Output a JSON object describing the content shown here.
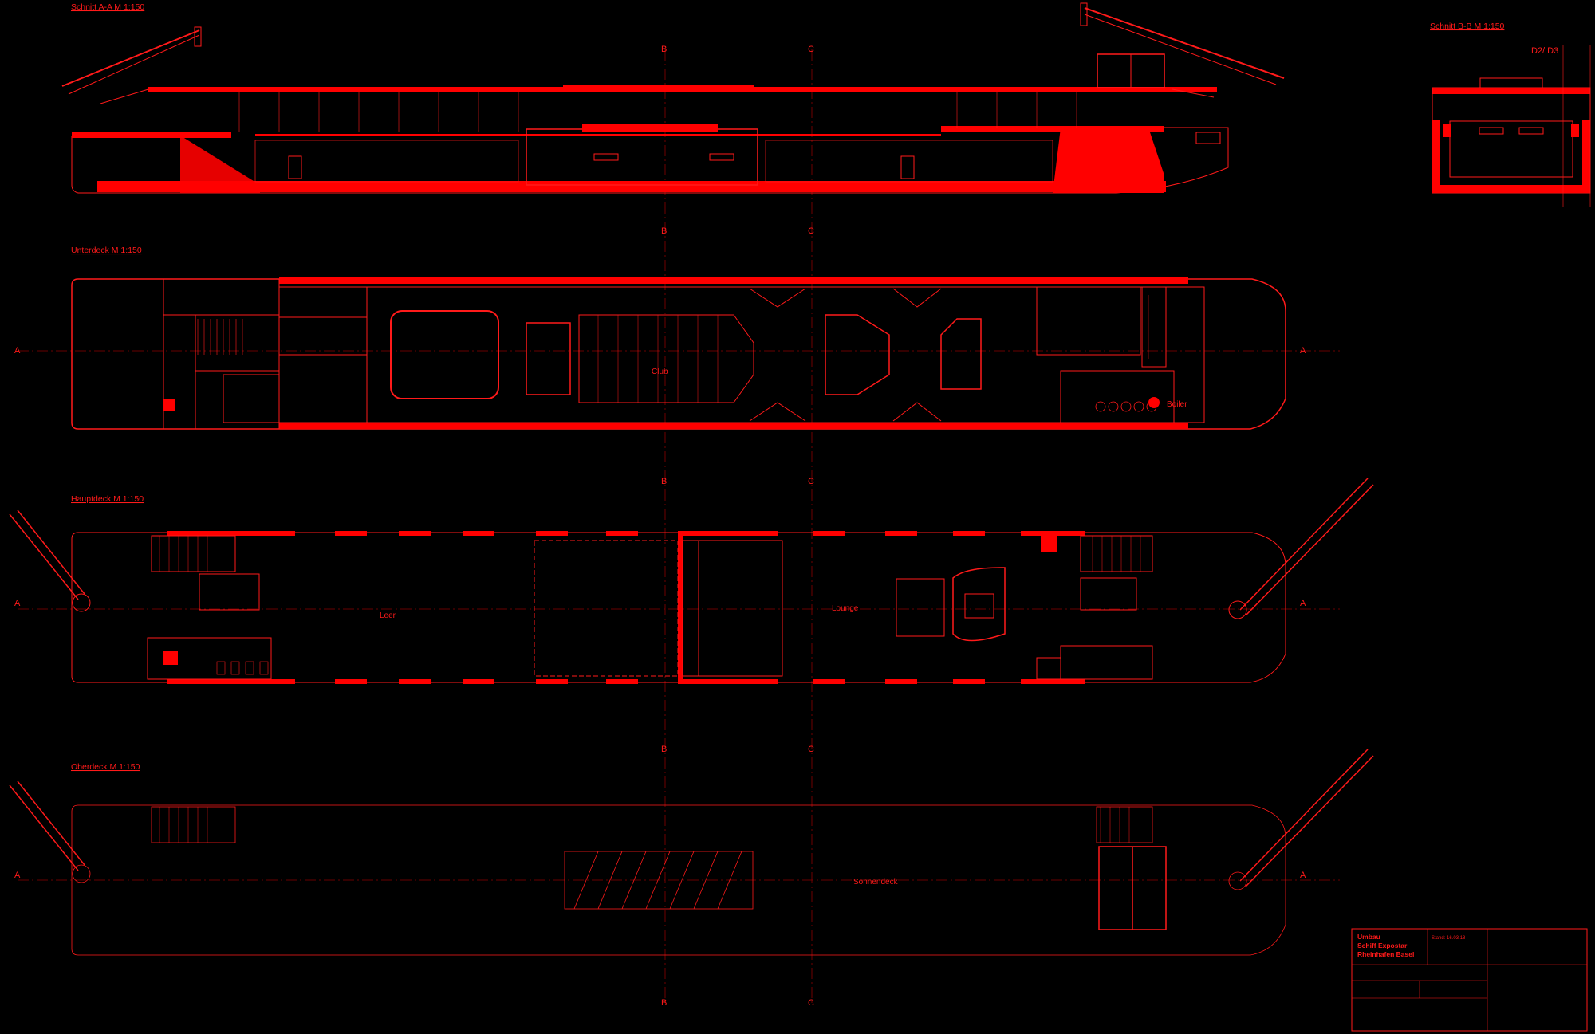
{
  "colors": {
    "background": "#000000",
    "line": "#ff1a1a",
    "fill": "#ff0000",
    "faint": "#8a0000"
  },
  "headings": {
    "section_aa": "Schnitt A-A M 1:150",
    "section_bb": "Schnitt B-B M 1:150",
    "unterdeck": "Unterdeck M 1:150",
    "hauptdeck": "Hauptdeck M 1:150",
    "oberdeck": "Oberdeck M 1:150"
  },
  "axes": {
    "a": "A",
    "b": "B",
    "c": "C"
  },
  "section_bb_label": "D2/ D3",
  "rooms": {
    "club": "Club",
    "boiler": "Boiler",
    "leer": "Leer",
    "lounge": "Lounge",
    "sonnendeck": "Sonnendeck"
  },
  "titleblock": {
    "project_line1": "Umbau",
    "project_line2": "Schiff Expostar",
    "project_line3": "Rheinhafen Basel",
    "stand": "Stand: 16.03.18"
  }
}
